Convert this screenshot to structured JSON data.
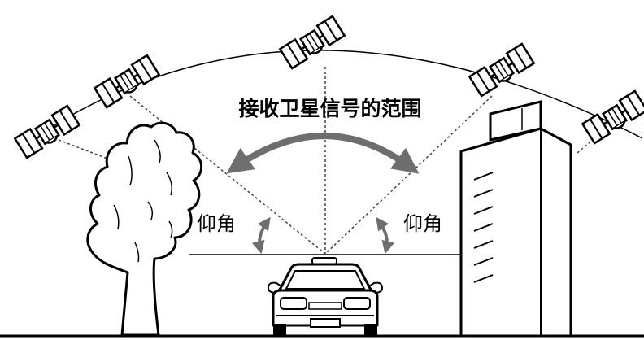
{
  "diagram": {
    "title": "接收卫星信号的范围",
    "left_angle_label": "仰角",
    "right_angle_label": "仰角"
  },
  "colors": {
    "background": "#ffffff",
    "line": "#000000",
    "arrow": "#6e6e6e",
    "dotted": "#444444"
  },
  "icons": [
    "satellite-icon",
    "tree-icon",
    "building-icon",
    "car-icon",
    "double-arrow-icon"
  ]
}
